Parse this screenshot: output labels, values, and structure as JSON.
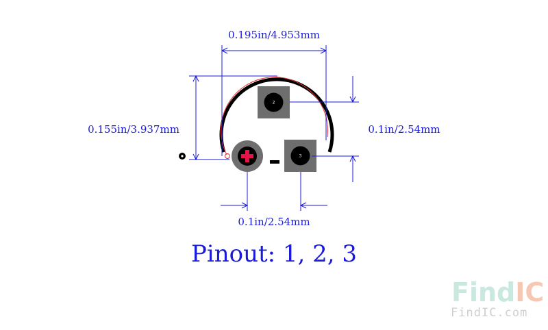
{
  "dimensions": {
    "top_width": "0.195in/4.953mm",
    "left_height": "0.155in/3.937mm",
    "right_pitch": "0.1in/2.54mm",
    "bottom_pitch": "0.1in/2.54mm"
  },
  "pads": [
    {
      "number": "",
      "shape": "round",
      "polarity": "+"
    },
    {
      "number": "2",
      "shape": "square"
    },
    {
      "number": "3",
      "shape": "square"
    }
  ],
  "polarity_minus": "-",
  "pinout_label": "Pinout: 1, 2, 3",
  "watermark": {
    "logo_find": "Find",
    "logo_ic": "IC",
    "url": "FindIC.com"
  },
  "colors": {
    "dimension": "#1a1adb",
    "outline": "#000000",
    "courtyard": "#e03030",
    "pad": "#6e6e6e",
    "plus": "#e8124a",
    "logo_find": "#c8e8e0",
    "logo_ic": "#f6c8b4"
  }
}
